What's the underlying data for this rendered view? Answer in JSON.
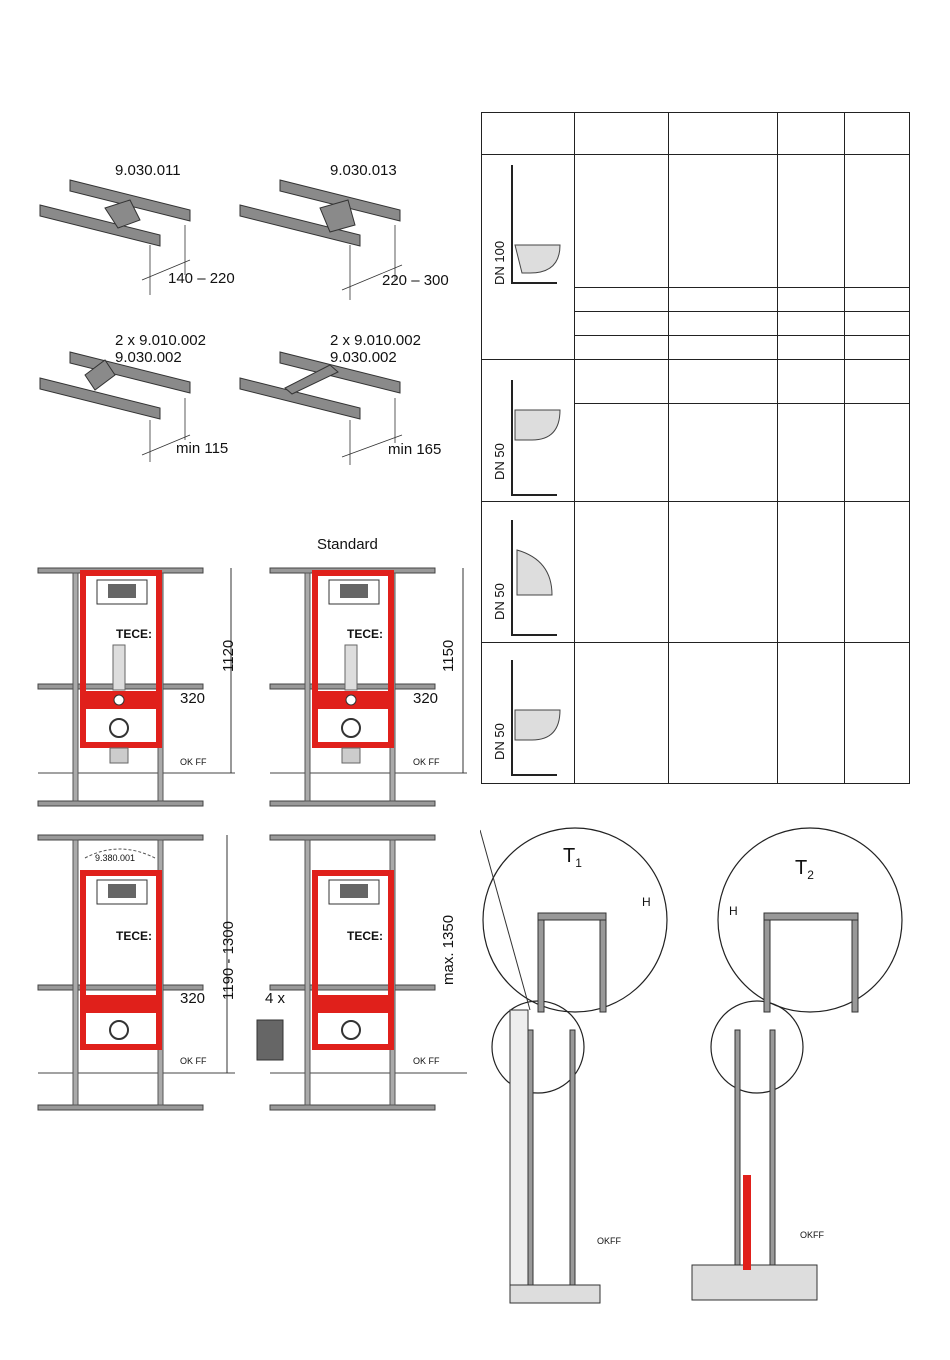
{
  "brackets": [
    {
      "code": "9.030.011",
      "range": "140 – 220"
    },
    {
      "code": "9.030.013",
      "range": "220 – 300"
    },
    {
      "code": "2 x 9.010.002\n9.030.002",
      "range": "min 115"
    },
    {
      "code": "2 x 9.010.002\n9.030.002",
      "range": "min 165"
    }
  ],
  "frames": {
    "standard_label": "Standard",
    "brand": "TECE:",
    "h1": "1120",
    "h2": "1150",
    "h3": "1190 - 1300",
    "h4": "max. 1350",
    "dim320": "320",
    "okff": "OK FF",
    "bracket_code": "9.380.001",
    "screws": "4 x"
  },
  "table_rows": [
    {
      "pipe": "DN 100",
      "fixture": "wc"
    },
    {
      "pipe": "DN 50",
      "fixture": "washbasin"
    },
    {
      "pipe": "DN 50",
      "fixture": "urinal"
    },
    {
      "pipe": "DN 50",
      "fixture": "bidet"
    }
  ],
  "details": {
    "t1": "T",
    "t1_sub": "1",
    "t2": "T",
    "t2_sub": "2",
    "h": "H",
    "okff": "OKFF"
  },
  "colors": {
    "frame_red": "#e0201b",
    "rail": "#888888"
  }
}
